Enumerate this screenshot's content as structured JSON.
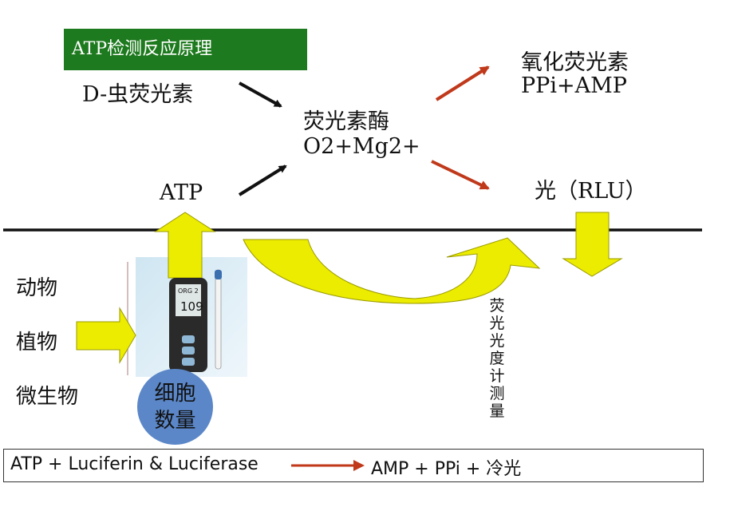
{
  "title": "ATP检测反应原理",
  "substrate": "D-虫荧光素",
  "atp": "ATP",
  "enzyme": {
    "line1": "荧光素酶",
    "line2": "O2+Mg2+"
  },
  "products": {
    "line1": "氧化荧光素",
    "line2": "PPi+AMP"
  },
  "light": "光（RLU）",
  "sources": [
    "动物",
    "植物",
    "微生物"
  ],
  "cell_count": {
    "line1": "细胞",
    "line2": "数量"
  },
  "measurement_label": "荧光光度计测量",
  "equation": {
    "left": "ATP + Luciferin & Luciferase",
    "right": "AMP + PPi + 冷光"
  },
  "device_screen": {
    "top": "ORG 2",
    "value": "109"
  },
  "colors": {
    "title_bg": "#1e7a1e",
    "yellow": "#ecec00",
    "red_arrow": "#c0391b",
    "cell": "#5b87c8"
  }
}
